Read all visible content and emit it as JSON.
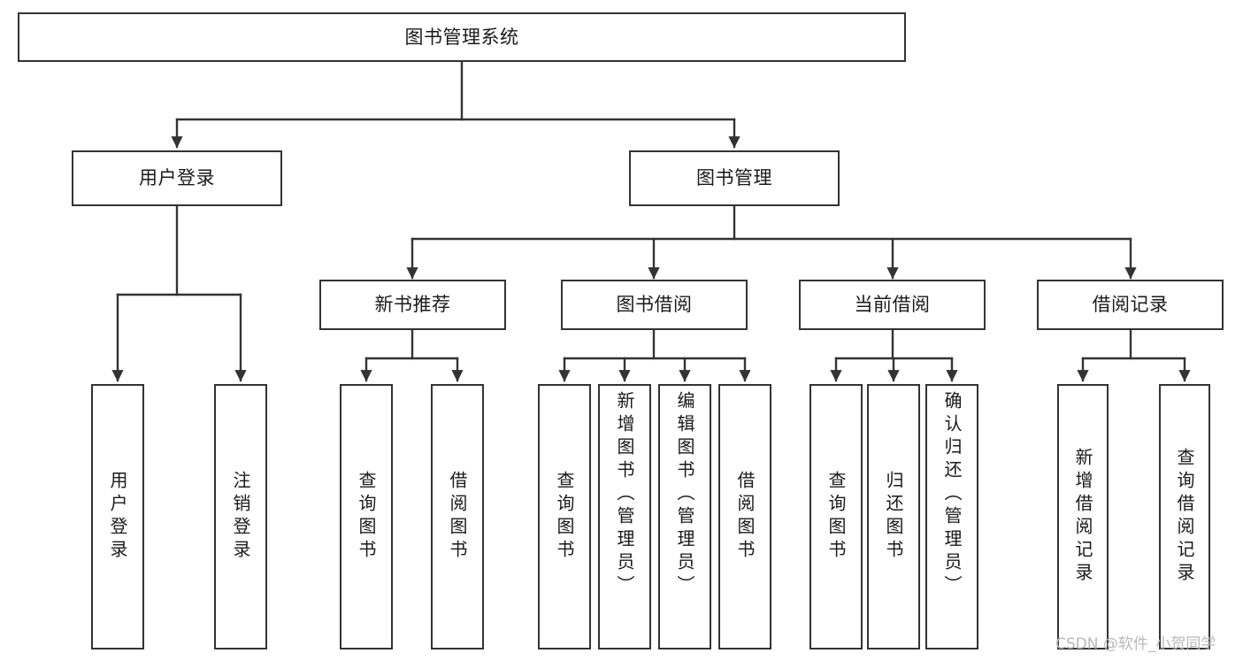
{
  "diagram": {
    "title": "图书管理系统",
    "type": "tree-hierarchy",
    "watermark": "CSDN @软件_小贺同学",
    "colors": {
      "stroke": "#333333",
      "fill": "#ffffff",
      "text": "#1a1a1a",
      "watermark": "#b9b9b9"
    },
    "root": {
      "label": "图书管理系统"
    },
    "level1": [
      {
        "label": "用户登录"
      },
      {
        "label": "图书管理"
      }
    ],
    "level2": [
      {
        "label": "新书推荐"
      },
      {
        "label": "图书借阅"
      },
      {
        "label": "当前借阅"
      },
      {
        "label": "借阅记录"
      }
    ],
    "leaves": {
      "user_login": [
        {
          "label": "用户登录"
        },
        {
          "label": "注销登录"
        }
      ],
      "new_book_recommend": [
        {
          "label": "查询图书"
        },
        {
          "label": "借阅图书"
        }
      ],
      "book_borrow": [
        {
          "label": "查询图书"
        },
        {
          "label": "新增图书（管理员）"
        },
        {
          "label": "编辑图书（管理员）"
        },
        {
          "label": "借阅图书"
        }
      ],
      "current_borrow": [
        {
          "label": "查询图书"
        },
        {
          "label": "归还图书"
        },
        {
          "label": "确认归还（管理员）"
        }
      ],
      "borrow_record": [
        {
          "label": "新增借阅记录"
        },
        {
          "label": "查询借阅记录"
        }
      ]
    }
  }
}
